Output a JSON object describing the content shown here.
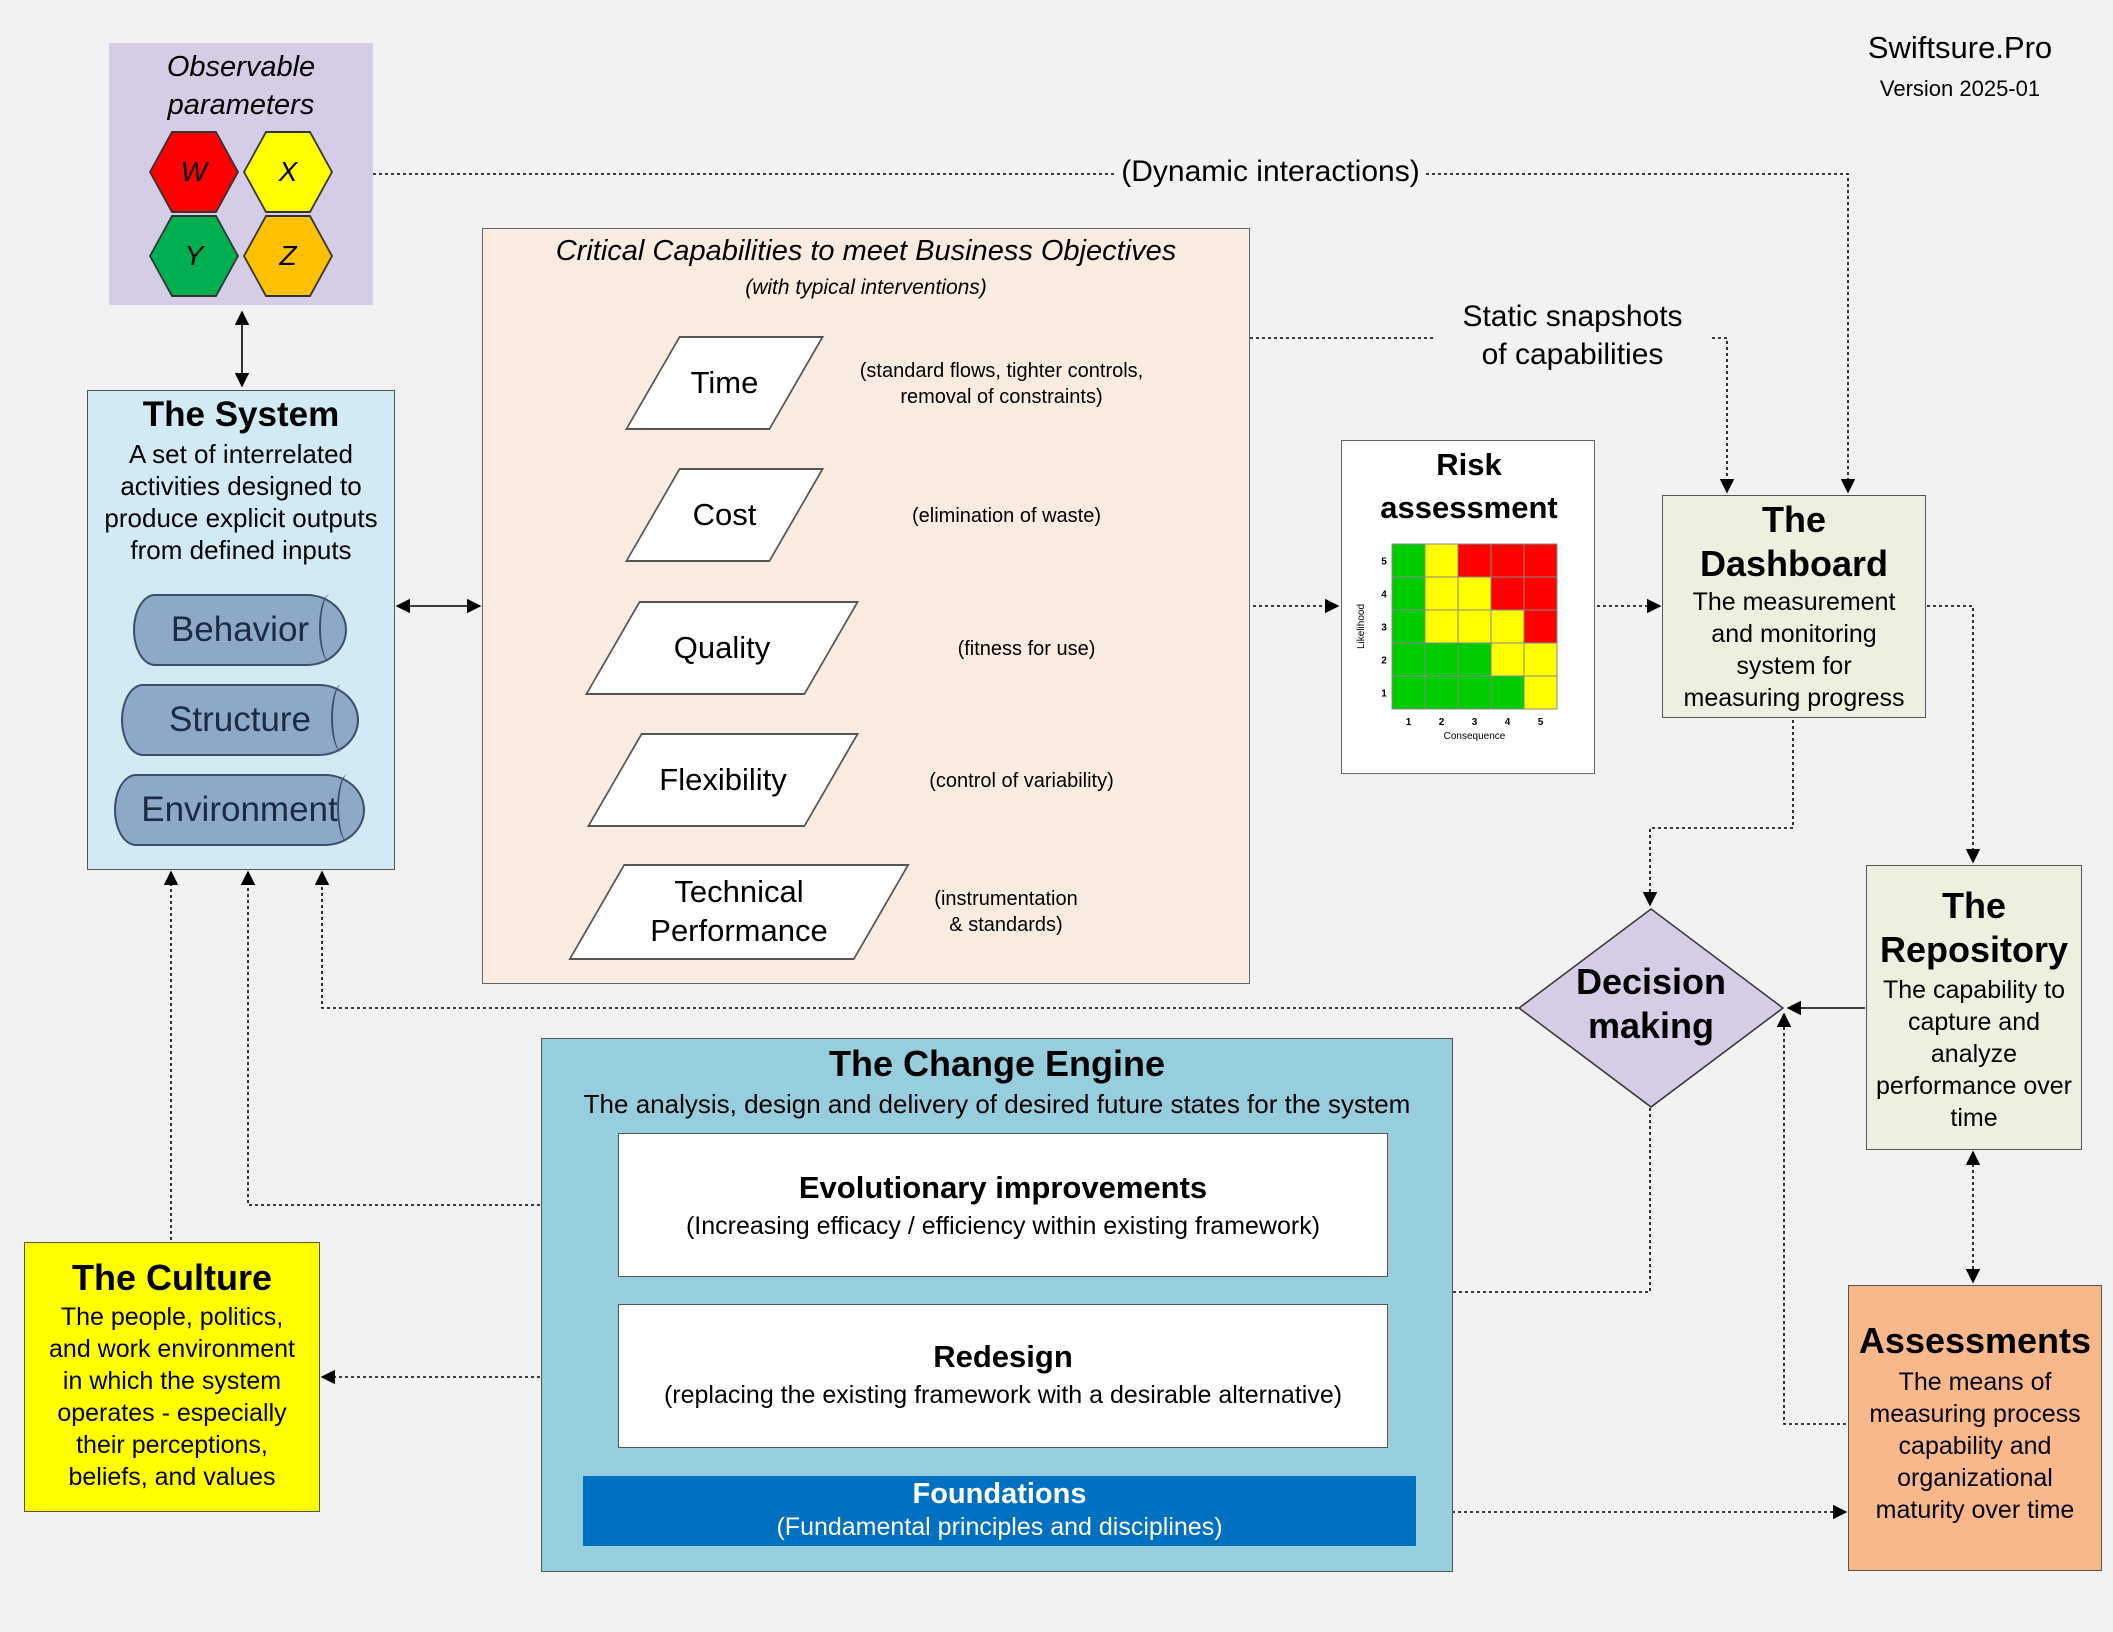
{
  "brand": {
    "name": "Swiftsure.Pro",
    "version": "Version 2025-01"
  },
  "observable": {
    "title": "Observable parameters",
    "params": [
      {
        "label": "W",
        "color": "#ff0000"
      },
      {
        "label": "X",
        "color": "#ffff00"
      },
      {
        "label": "Y",
        "color": "#00b050"
      },
      {
        "label": "Z",
        "color": "#ffc000"
      }
    ]
  },
  "dynamic_label": "(Dynamic interactions)",
  "static_label_line1": "Static snapshots",
  "static_label_line2": "of capabilities",
  "system": {
    "title": "The System",
    "desc": "A set of interrelated activities designed to produce explicit outputs from defined inputs",
    "items": [
      "Behavior",
      "Structure",
      "Environment"
    ]
  },
  "capabilities": {
    "title": "Critical Capabilities to meet Business Objectives",
    "subtitle": "(with typical interventions)",
    "items": [
      {
        "name": "Time",
        "note": "(standard flows, tighter controls, removal of constraints)"
      },
      {
        "name": "Cost",
        "note": "(elimination of waste)"
      },
      {
        "name": "Quality",
        "note": "(fitness for use)"
      },
      {
        "name": "Flexibility",
        "note": "(control of variability)"
      },
      {
        "name": "Technical Performance",
        "note": "(instrumentation & standards)"
      }
    ]
  },
  "risk": {
    "title": "Risk assessment",
    "ylabel": "Likelihood",
    "xlabel": "Consequence",
    "ticks": [
      "1",
      "2",
      "3",
      "4",
      "5"
    ],
    "colors": {
      "low": "#00cc00",
      "medium": "#ffff00",
      "high": "#ff0000"
    },
    "matrix": [
      [
        "low",
        "medium",
        "high",
        "high",
        "high"
      ],
      [
        "low",
        "medium",
        "medium",
        "high",
        "high"
      ],
      [
        "low",
        "medium",
        "medium",
        "medium",
        "high"
      ],
      [
        "low",
        "low",
        "low",
        "medium",
        "medium"
      ],
      [
        "low",
        "low",
        "low",
        "low",
        "medium"
      ]
    ]
  },
  "dashboard": {
    "title": "The Dashboard",
    "desc": "The measurement and monitoring system for measuring progress"
  },
  "repository": {
    "title": "The Repository",
    "desc": "The capability to capture and analyze performance over time"
  },
  "decision": {
    "title": "Decision making"
  },
  "assessments": {
    "title": "Assessments",
    "desc": "The means of measuring process capability and organizational maturity over time"
  },
  "culture": {
    "title": "The Culture",
    "desc": "The people, politics, and work environment in which the system operates - especially their perceptions, beliefs, and values"
  },
  "change_engine": {
    "title": "The Change Engine",
    "desc": "The analysis, design and delivery of desired future states for the system",
    "evolutionary": {
      "title": "Evolutionary improvements",
      "desc": "(Increasing efficacy / efficiency within existing framework)"
    },
    "redesign": {
      "title": "Redesign",
      "desc": "(replacing the existing framework with a desirable alternative)"
    },
    "foundations": {
      "title": "Foundations",
      "desc": "(Fundamental principles and disciplines)"
    }
  }
}
